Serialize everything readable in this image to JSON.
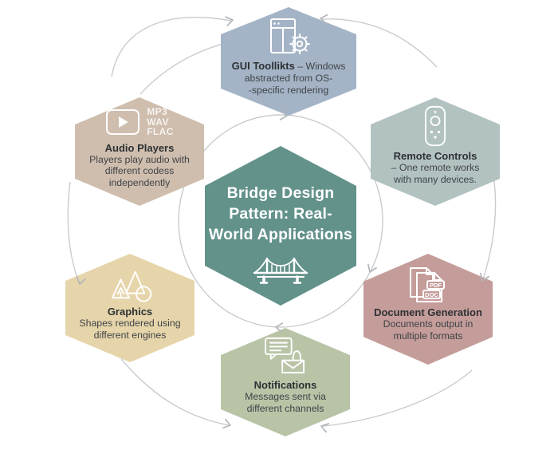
{
  "colors": {
    "background": "#ffffff",
    "ring": "#c9cccf",
    "arrow": "#b2b6b9",
    "title_text": "#2d3134",
    "desc_text": "#3f4347",
    "center_text": "#ffffff"
  },
  "center": {
    "color": "#63928b",
    "icon": "bridge-icon",
    "title_lines": [
      "Bridge Design",
      "Pattern: Real-",
      "World Applications"
    ]
  },
  "nodes": [
    {
      "id": "gui-toolkits",
      "color": "#a4b4c6",
      "icon": "window-gear-icon",
      "title": "GUI Toollikts",
      "title_suffix": "– Windows",
      "desc_lines": [
        "abstracted from OS-",
        "-specific rendering"
      ]
    },
    {
      "id": "remote-controls",
      "color": "#b2c2c1",
      "icon": "remote-control-icon",
      "title": "Remote Controls",
      "desc_lines": [
        "– One remote works",
        "with many devices."
      ]
    },
    {
      "id": "document-generation",
      "color": "#c49c99",
      "icon": "document-pages-icon",
      "title": "Document Generation",
      "desc_lines": [
        "Documents output in",
        "multiple formats"
      ],
      "badges": [
        "PDF",
        "DOC"
      ]
    },
    {
      "id": "notifications",
      "color": "#b9c4a7",
      "icon": "chat-bell-mail-icon",
      "title": "Notifications",
      "desc_lines": [
        "Messages sent via",
        "different channels"
      ]
    },
    {
      "id": "graphics",
      "color": "#e6d5aa",
      "icon": "shapes-icon",
      "title": "Graphics",
      "desc_lines": [
        "Shapes rendered using",
        "different engines"
      ]
    },
    {
      "id": "audio-players",
      "color": "#cfbeae",
      "icon": "play-button-icon",
      "title": "Audio Players",
      "desc_lines": [
        "Players play audio with",
        "different codess",
        "independently"
      ],
      "codec_lines": [
        "MP3",
        "WAV",
        "FLAC"
      ]
    }
  ]
}
